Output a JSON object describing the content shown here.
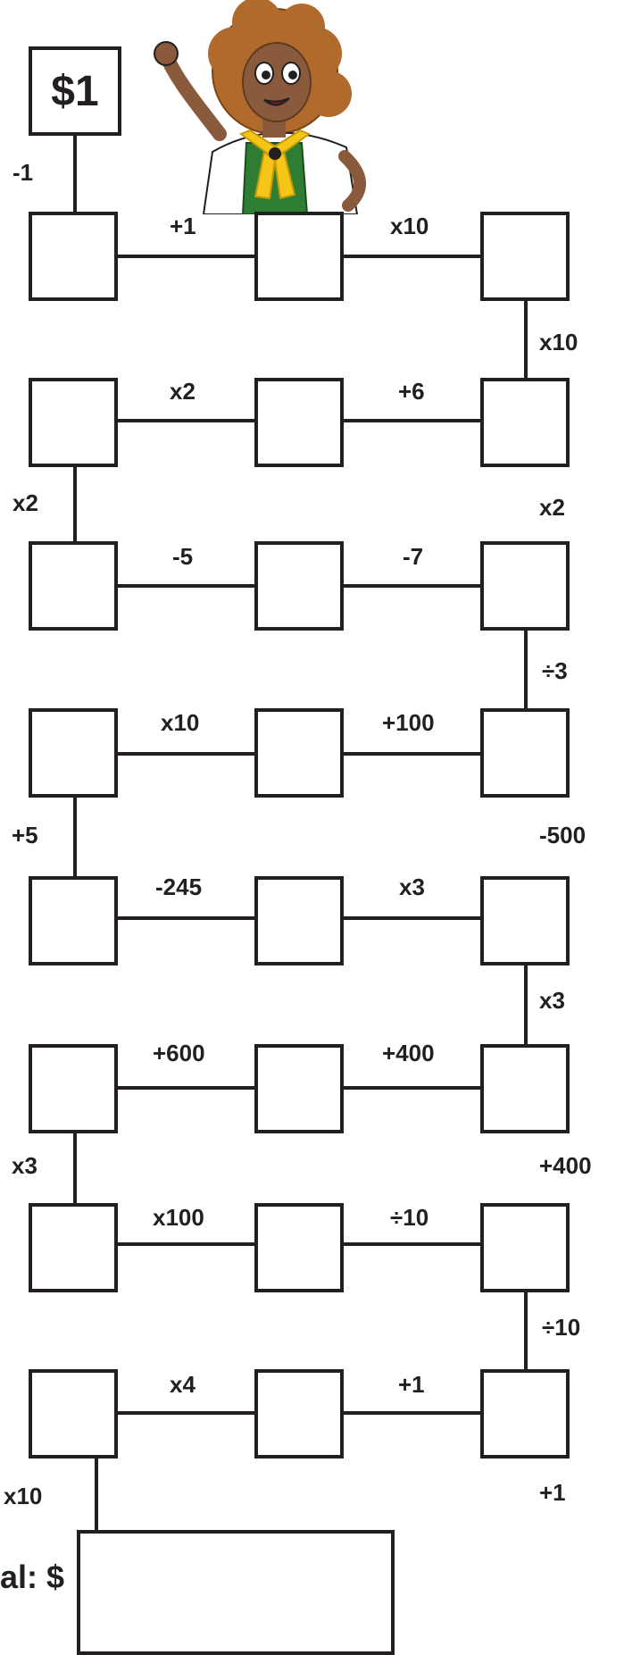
{
  "start": {
    "label": "$1"
  },
  "rows": [
    {
      "ops": [
        "+1",
        "x10"
      ]
    },
    {
      "ops": [
        "x2",
        "+6"
      ]
    },
    {
      "ops": [
        "-5",
        "-7"
      ]
    },
    {
      "ops": [
        "x10",
        "+100"
      ]
    },
    {
      "ops": [
        "-245",
        "x3"
      ]
    },
    {
      "ops": [
        "+600",
        "+400"
      ]
    },
    {
      "ops": [
        "x100",
        "÷10"
      ]
    },
    {
      "ops": [
        "x4",
        "+1"
      ]
    }
  ],
  "connectors": [
    {
      "label": "-1",
      "side": "left"
    },
    {
      "label": "x10",
      "side": "right"
    },
    {
      "label": "x2",
      "side": "left"
    },
    {
      "label": "x2",
      "side": "right"
    },
    {
      "label": "÷3",
      "side": "right"
    },
    {
      "label": "+5",
      "side": "left"
    },
    {
      "label": "-500",
      "side": "right"
    },
    {
      "label": "x3",
      "side": "right"
    },
    {
      "label": "x3",
      "side": "left"
    },
    {
      "label": "+400",
      "side": "right"
    },
    {
      "label": "÷10",
      "side": "right"
    },
    {
      "label": "x10",
      "side": "left"
    },
    {
      "label": "+1",
      "side": "right"
    }
  ],
  "final": {
    "label": "al: $"
  },
  "colors": {
    "ink": "#231f20",
    "skin": "#8a5a3c",
    "hair": "#b06a2c",
    "scarf": "#f5c518",
    "vest": "#2f7d32",
    "shirt": "#ffffff"
  },
  "mascot_icon": "girl-scout-cartoon"
}
